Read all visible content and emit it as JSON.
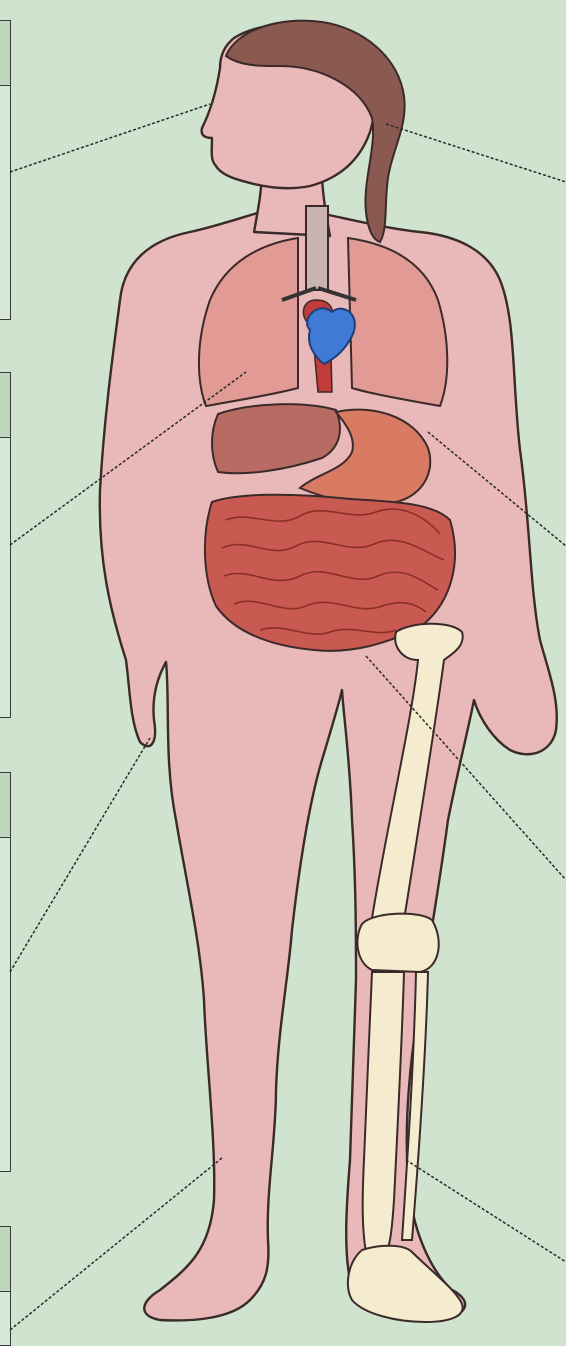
{
  "figure": {
    "subject": "female-body-internal-organs",
    "palette": {
      "background": "#cfe3cf",
      "skin": "#e9b8b8",
      "skin_outline": "#3a2a2a",
      "hair": "#8a5a50",
      "lung": "#e29a94",
      "heart": "#3f7ad6",
      "aorta": "#c23b3b",
      "liver": "#b86b62",
      "stomach": "#d97a63",
      "intestine": "#c95a52",
      "bone": "#f5ecd0"
    },
    "organs": [
      "hair",
      "lungs",
      "heart",
      "trachea",
      "liver",
      "stomach",
      "small-intestine",
      "femur",
      "knee",
      "tibia",
      "foot-bones"
    ]
  }
}
